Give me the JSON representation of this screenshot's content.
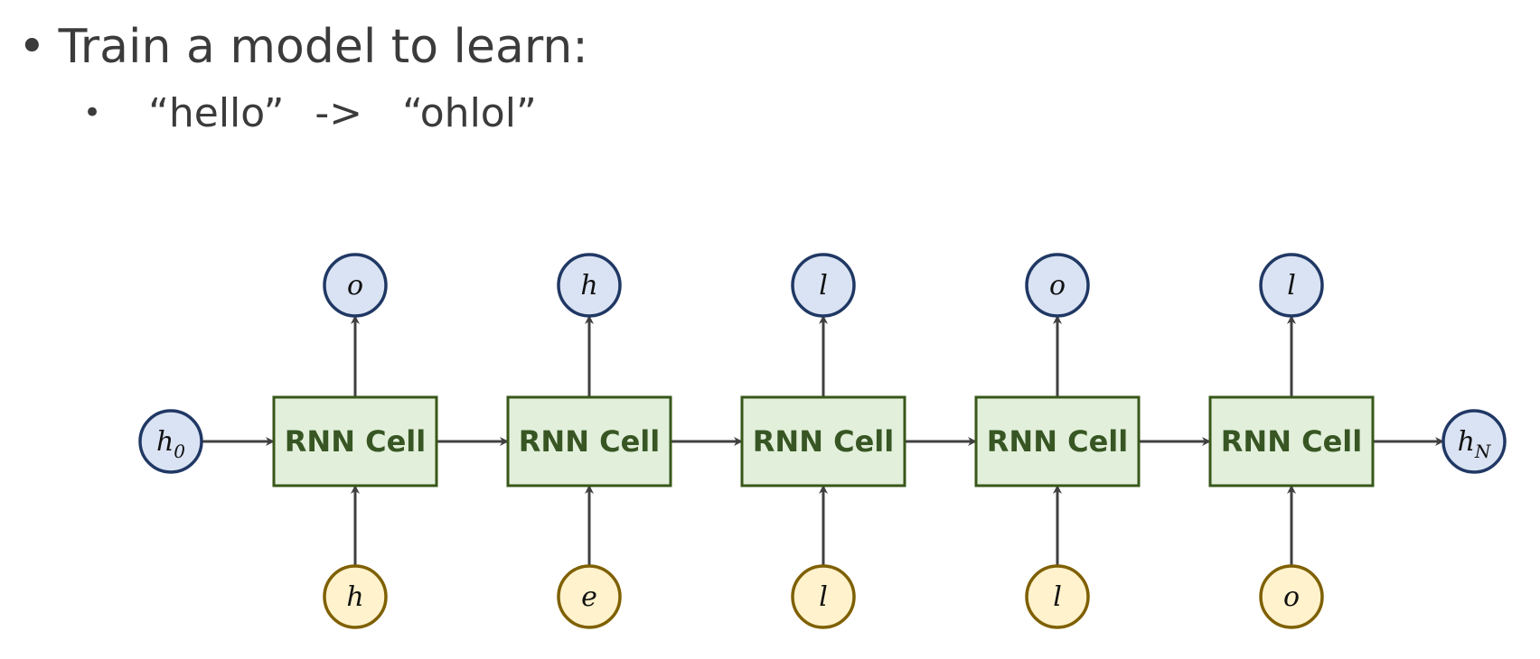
{
  "slide": {
    "bullet_main": "Train a model to learn:",
    "bullet_sub": {
      "input": "“hello”",
      "arrow": "->",
      "output": "“ohlol”"
    }
  },
  "diagram": {
    "cell_label": "RNN Cell",
    "initial_hidden": {
      "symbol": "h",
      "subscript": "0"
    },
    "final_hidden": {
      "symbol": "h",
      "subscript": "N"
    },
    "inputs": [
      "h",
      "e",
      "l",
      "l",
      "o"
    ],
    "outputs": [
      "o",
      "h",
      "l",
      "o",
      "l"
    ],
    "colors": {
      "cell_fill": "#e2efda",
      "cell_border": "#38571a",
      "cell_text": "#375623",
      "hidden_output_fill": "#dae3f3",
      "hidden_output_border": "#203864",
      "input_fill": "#fff2cc",
      "input_border": "#7f6000",
      "arrow": "#404040"
    }
  }
}
